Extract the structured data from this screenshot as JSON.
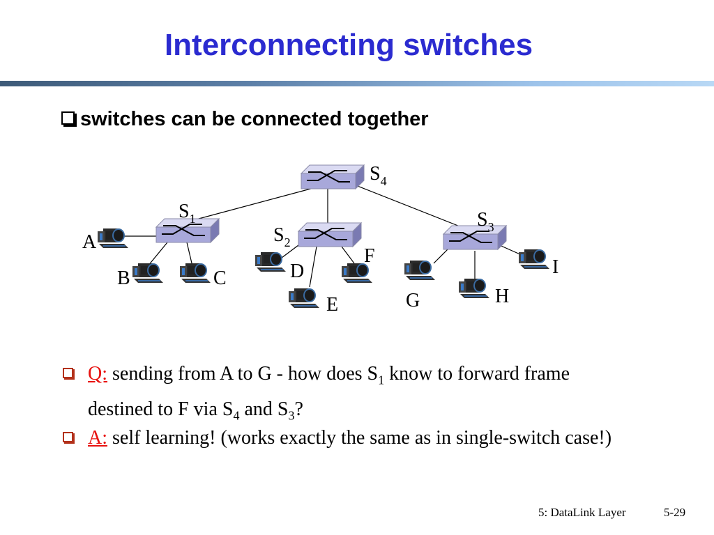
{
  "title": "Interconnecting switches",
  "bullet": "switches can be connected together",
  "diagram": {
    "switches": [
      {
        "id": "S4",
        "letter": "S",
        "sub": "4"
      },
      {
        "id": "S1",
        "letter": "S",
        "sub": "1"
      },
      {
        "id": "S2",
        "letter": "S",
        "sub": "2"
      },
      {
        "id": "S3",
        "letter": "S",
        "sub": "3"
      }
    ],
    "hosts": [
      "A",
      "B",
      "C",
      "D",
      "E",
      "F",
      "G",
      "H",
      "I"
    ]
  },
  "question": {
    "label": "Q:",
    "part1": " sending from A to G - how does S",
    "sub1": "1",
    "part2": " know to forward frame destined to F via S",
    "sub2": "4",
    "part3": " and S",
    "sub3": "3",
    "part4": "?"
  },
  "answer": {
    "label": "A:",
    "text": " self learning! (works exactly the same as in single-switch case!)"
  },
  "footer": {
    "left": "5: DataLink Layer",
    "right": "5-29"
  }
}
